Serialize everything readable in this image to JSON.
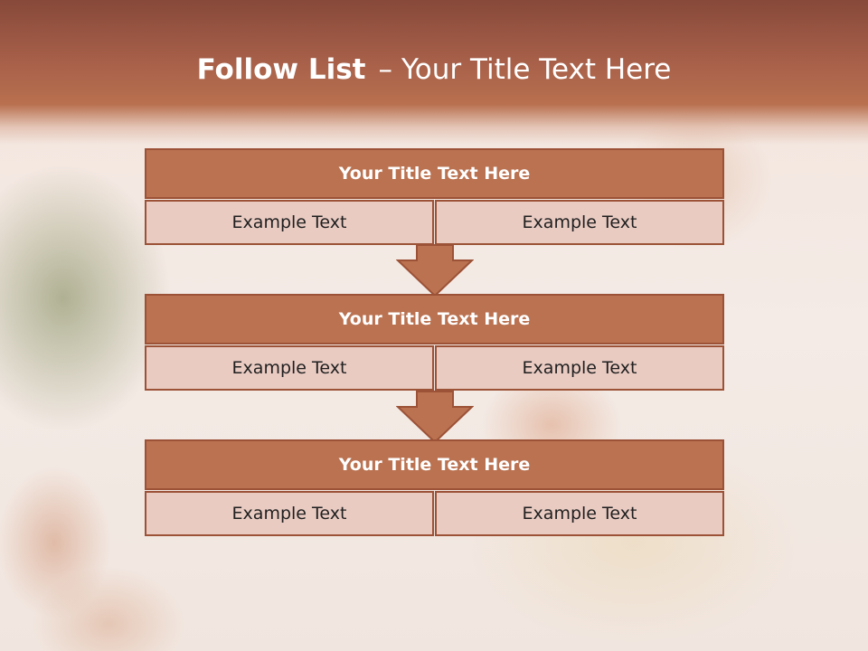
{
  "slide": {
    "title_bold": "Follow List",
    "title_separator": "–",
    "title_rest": "Your Title Text Here"
  },
  "blocks": [
    {
      "title": "Your Title Text Here",
      "cells": [
        "Example Text",
        "Example Text"
      ]
    },
    {
      "title": "Your Title Text Here",
      "cells": [
        "Example Text",
        "Example Text"
      ]
    },
    {
      "title": "Your Title Text Here",
      "cells": [
        "Example Text",
        "Example Text"
      ]
    }
  ],
  "colors": {
    "header": "#a9614a",
    "block_title_fill": "#ba7251",
    "cell_fill": "#e9cbc2",
    "border": "#9c5237",
    "arrow_fill": "#ba7251"
  }
}
